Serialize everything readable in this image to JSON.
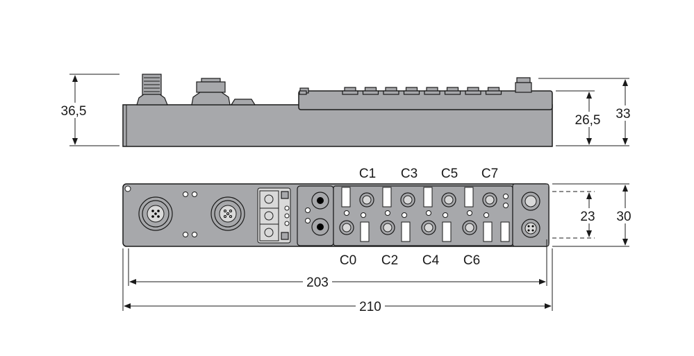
{
  "side_view": {
    "dimensions": {
      "height_total": "36,5",
      "height_body": "26,5",
      "height_module": "33"
    }
  },
  "top_view": {
    "channels_top": [
      "C1",
      "C3",
      "C5",
      "C7"
    ],
    "channels_bottom": [
      "C0",
      "C2",
      "C4",
      "C6"
    ],
    "dimensions": {
      "width_inner": "23",
      "width_outer": "30",
      "length_holes": "203",
      "length_total": "210"
    }
  },
  "colors": {
    "housing": "#a7a8ab",
    "line": "#1a1a1a"
  }
}
